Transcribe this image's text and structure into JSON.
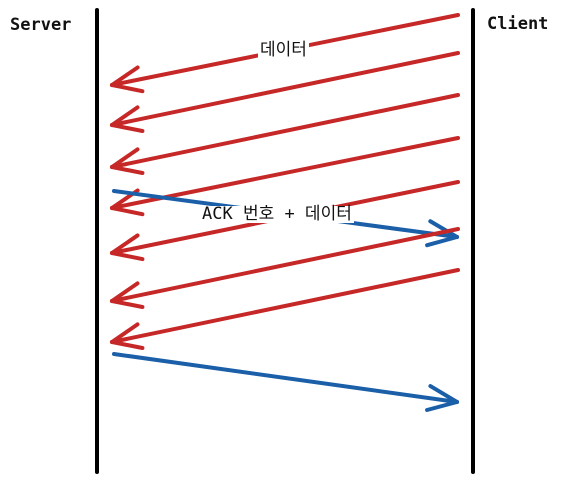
{
  "endpoints": {
    "server": "Server",
    "client": "Client"
  },
  "labels": {
    "data": "데이터",
    "ack": "ACK 번호 + 데이터"
  },
  "colors": {
    "lifeline": "#000000",
    "data_arrow": "#c62828",
    "ack_arrow": "#1a5fa8"
  },
  "messages": [
    {
      "kind": "data",
      "direction": "client-to-server"
    },
    {
      "kind": "data",
      "direction": "client-to-server"
    },
    {
      "kind": "data",
      "direction": "client-to-server"
    },
    {
      "kind": "data",
      "direction": "client-to-server"
    },
    {
      "kind": "ack",
      "direction": "server-to-client"
    },
    {
      "kind": "data",
      "direction": "client-to-server"
    },
    {
      "kind": "data",
      "direction": "client-to-server"
    },
    {
      "kind": "data",
      "direction": "client-to-server"
    },
    {
      "kind": "ack",
      "direction": "server-to-client"
    }
  ]
}
